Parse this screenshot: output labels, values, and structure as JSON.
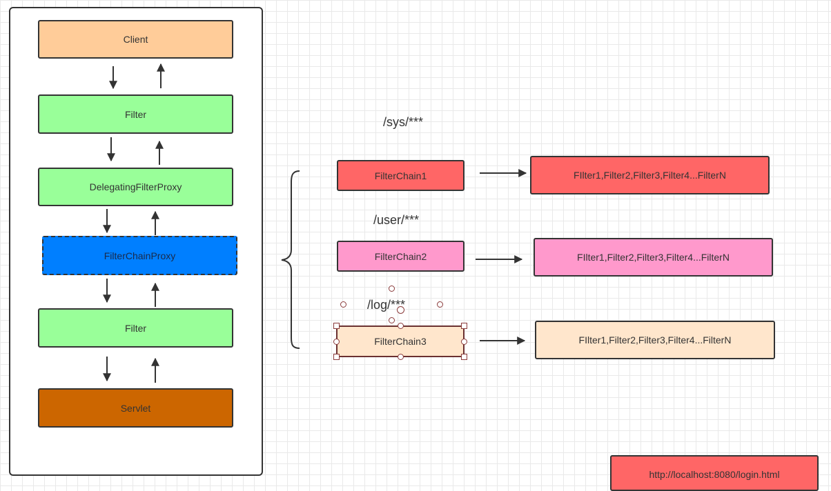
{
  "colors": {
    "client": "#FFCC99",
    "filter": "#99FF99",
    "proxy": "#007FFF",
    "servlet": "#CC6600",
    "chain1": "#FF6666",
    "chain2": "#FF99CC",
    "chain3": "#FFE6CC"
  },
  "left_stack": {
    "client": "Client",
    "filter_top": "Filter",
    "delegating_proxy": "DelegatingFilterProxy",
    "chain_proxy": "FilterChainProxy",
    "filter_bottom": "Filter",
    "servlet": "Servlet"
  },
  "chains": [
    {
      "path": "/sys/***",
      "name": "FilterChain1",
      "filters": "FIlter1,Filter2,Filter3,Filter4...FilterN"
    },
    {
      "path": "/user/***",
      "name": "FilterChain2",
      "filters": "FIlter1,Filter2,Filter3,Filter4...FilterN"
    },
    {
      "path": "/log/***",
      "name": "FilterChain3",
      "filters": "FIlter1,Filter2,Filter3,Filter4...FilterN"
    }
  ],
  "url": "http://localhost:8080/login.html"
}
